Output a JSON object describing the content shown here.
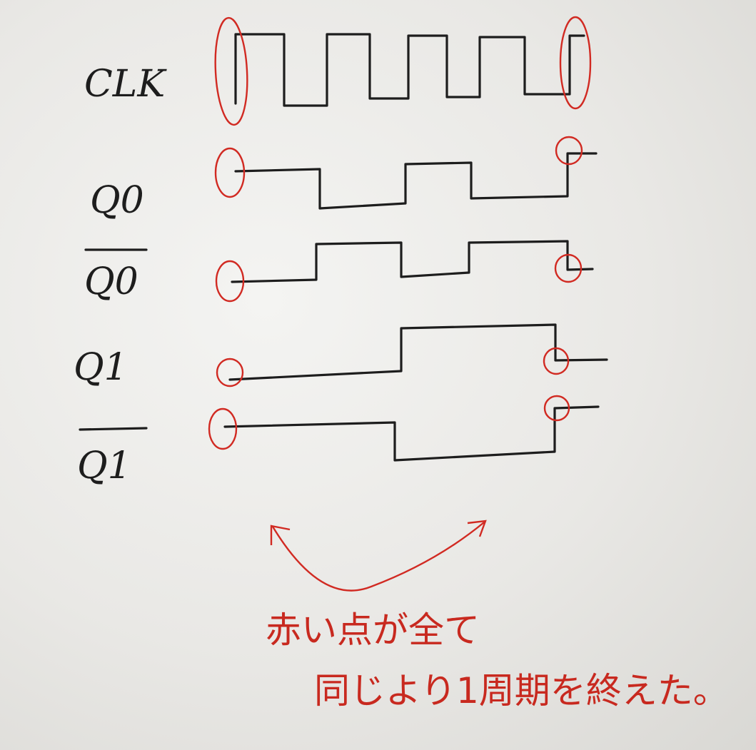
{
  "signals": [
    {
      "key": "clk",
      "label": "CLK",
      "overline": false
    },
    {
      "key": "q0",
      "label": "Q0",
      "overline": false
    },
    {
      "key": "q0bar",
      "label": "Q0",
      "overline": true
    },
    {
      "key": "q1",
      "label": "Q1",
      "overline": false
    },
    {
      "key": "q1bar",
      "label": "Q1",
      "overline": true
    }
  ],
  "note": {
    "line1": "赤い点が全て",
    "line2": "同じより1周期を終えた。"
  },
  "colors": {
    "ink": "#1d1d1d",
    "marker": "#d12a22"
  }
}
